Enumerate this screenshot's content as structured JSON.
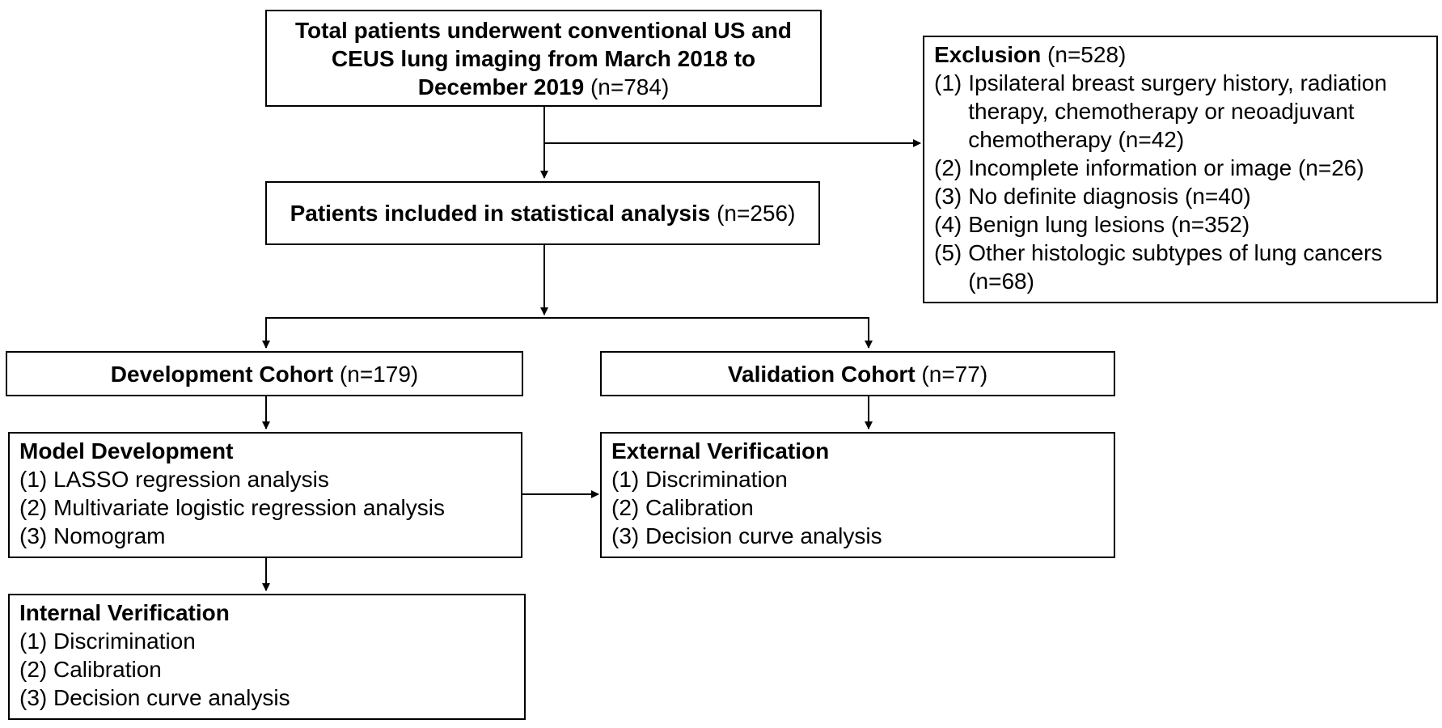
{
  "total": {
    "title": "Total patients underwent conventional US and CEUS lung imaging from March 2018 to December 2019",
    "n": "(n=784)"
  },
  "exclusion": {
    "title": "Exclusion",
    "n": "(n=528)",
    "items": [
      {
        "num": "(1)",
        "text": "Ipsilateral breast surgery history, radiation therapy, chemotherapy or neoadjuvant chemotherapy (n=42)"
      },
      {
        "num": "(2)",
        "text": "Incomplete information or image (n=26)"
      },
      {
        "num": "(3)",
        "text": "No definite diagnosis (n=40)"
      },
      {
        "num": "(4)",
        "text": "Benign lung lesions (n=352)"
      },
      {
        "num": "(5)",
        "text": "Other histologic subtypes of lung cancers (n=68)"
      }
    ]
  },
  "included": {
    "title": "Patients included in statistical analysis",
    "n": "(n=256)"
  },
  "development": {
    "title": "Development Cohort",
    "n": "(n=179)"
  },
  "validation": {
    "title": "Validation Cohort",
    "n": "(n=77)"
  },
  "model": {
    "title": "Model Development",
    "items": [
      "(1) LASSO regression analysis",
      "(2) Multivariate logistic regression analysis",
      "(3) Nomogram"
    ]
  },
  "external": {
    "title": "External Verification",
    "items": [
      "(1) Discrimination",
      "(2) Calibration",
      "(3) Decision curve analysis"
    ]
  },
  "internal": {
    "title": "Internal Verification",
    "items": [
      "(1) Discrimination",
      "(2) Calibration",
      "(3) Decision curve analysis"
    ]
  }
}
